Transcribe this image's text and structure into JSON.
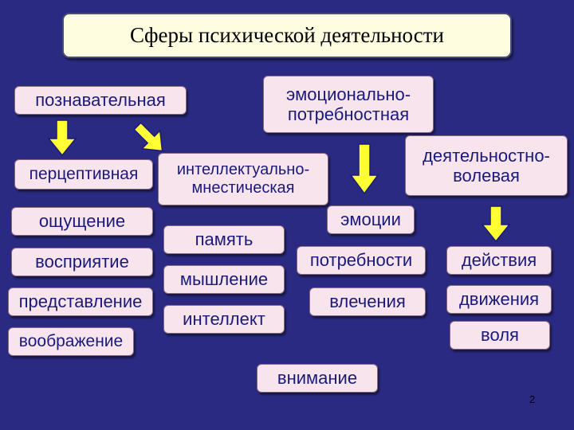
{
  "title": "Сферы психической деятельности",
  "spheres": {
    "cognitive": "познавательная",
    "emotional": "эмоционально-потребностная",
    "volitional": "деятельностно-волевая"
  },
  "subspheres": {
    "perceptual": "перцептивная",
    "intellectual": "интеллектуально-мнестическая"
  },
  "perceptual_items": [
    "ощущение",
    "восприятие",
    "представление",
    "воображение"
  ],
  "intellectual_items": [
    "память",
    "мышление",
    "интеллект"
  ],
  "emotional_items": [
    "эмоции",
    "потребности",
    "влечения"
  ],
  "volitional_items": [
    "действия",
    "движения",
    "воля"
  ],
  "shared": "внимание",
  "page_number": "2",
  "colors": {
    "background": "#2a2a82",
    "box": "#f8e4ec",
    "title_box": "#fefde0",
    "arrow": "#ffff33",
    "text": "#1a1a7a"
  }
}
